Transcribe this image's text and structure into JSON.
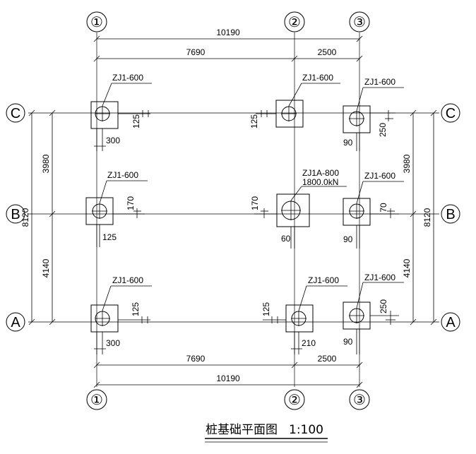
{
  "drawing": {
    "title": "桩基础平面图",
    "scale": "1:100"
  },
  "axes": {
    "vertical": [
      "①",
      "②",
      "③"
    ],
    "horizontal": [
      "A",
      "B",
      "C"
    ]
  },
  "dimensions": {
    "top_total": "10190",
    "top_left": "7690",
    "top_right": "2500",
    "bottom_total": "10190",
    "bottom_left": "7690",
    "bottom_right": "2500",
    "left_upper": "3980",
    "left_lower": "4140",
    "left_total": "8120",
    "right_upper": "3980",
    "right_lower": "4140",
    "right_total": "8120"
  },
  "piles": {
    "c1": "ZJ1-600",
    "c2": "ZJ1-600",
    "c3": "ZJ1-600",
    "b1": "ZJ1-600",
    "b2": "ZJ1A-800",
    "b2_load": "1800.0kN",
    "b3": "ZJ1-600",
    "a1": "ZJ1-600",
    "a2": "ZJ1-600",
    "a3": "ZJ1-600"
  },
  "offsets": {
    "c1_x": "300",
    "c1_y": "125",
    "c2_y": "125",
    "c3_x": "90",
    "c3_y": "250",
    "b1_x": "125",
    "b1_y": "170",
    "b2_x": "60",
    "b2_y": "170",
    "b3_x": "90",
    "b3_y": "70",
    "a1_x": "300",
    "a1_y": "125",
    "a2_x": "210",
    "a2_y": "125",
    "a3_x": "90",
    "a3_y": "250"
  }
}
